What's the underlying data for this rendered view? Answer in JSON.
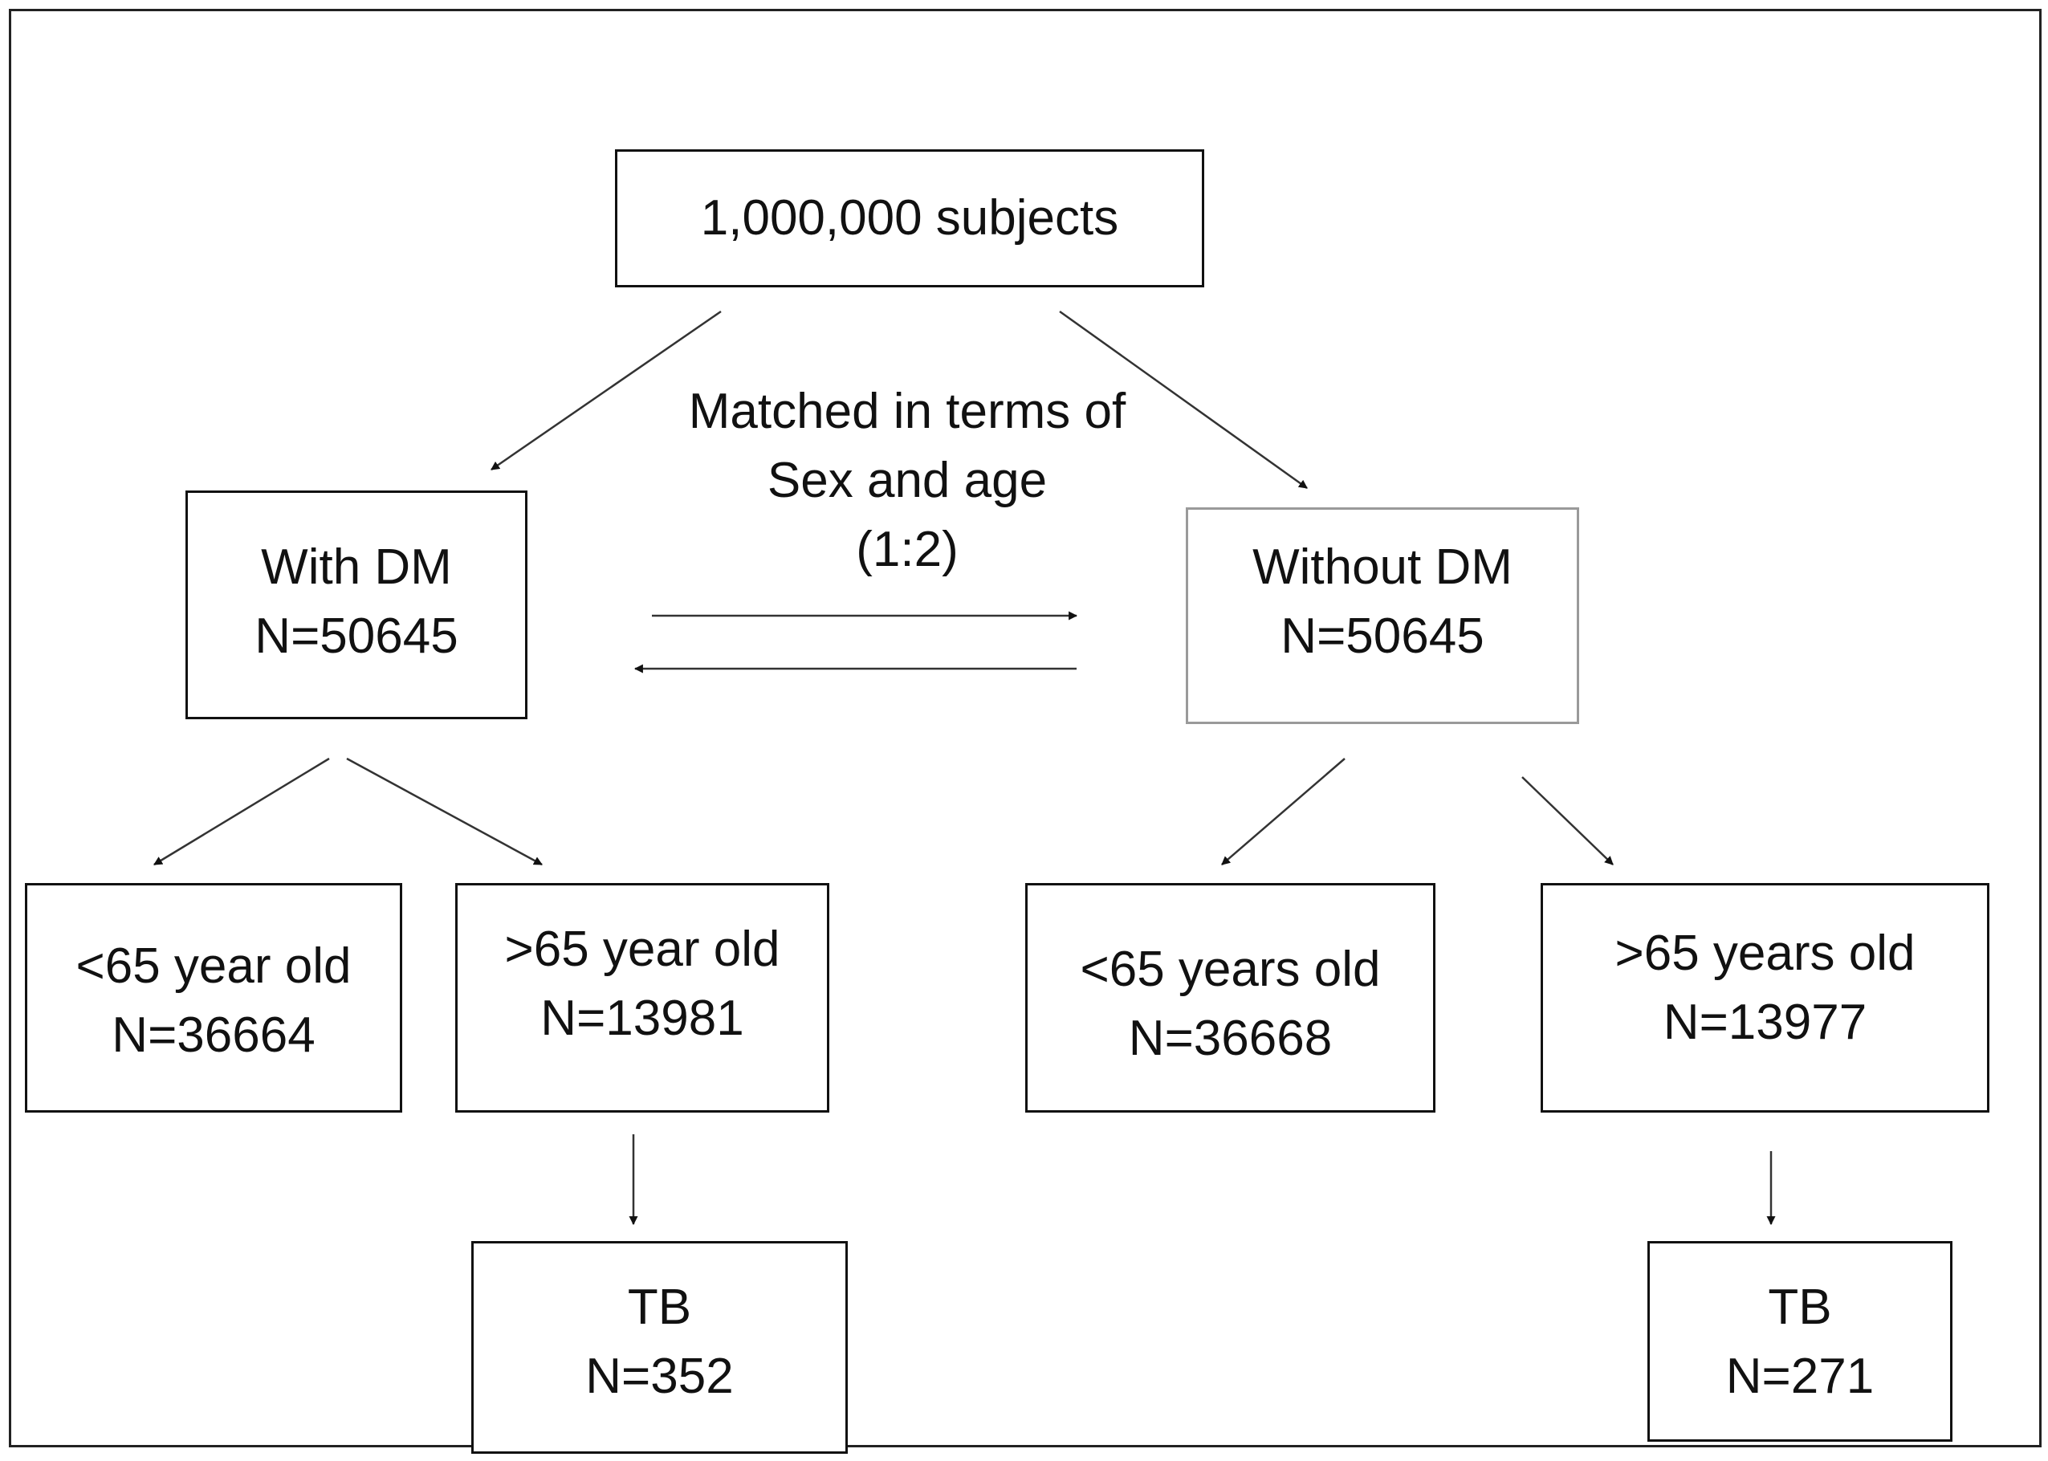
{
  "nodes": {
    "root": {
      "text": "1,000,000 subjects"
    },
    "with_dm": {
      "label": "With DM",
      "count": "N=50645"
    },
    "without_dm": {
      "label": "Without DM",
      "count": "N=50645"
    },
    "with_dm_under65": {
      "label": "<65 year old",
      "count": "N=36664"
    },
    "with_dm_over65": {
      "label": ">65 year old",
      "count": "N=13981"
    },
    "without_dm_under65": {
      "label": "<65 years old",
      "count": "N=36668"
    },
    "without_dm_over65": {
      "label": ">65 years old",
      "count": "N=13977"
    },
    "with_dm_tb": {
      "label": "TB",
      "count": "N=352"
    },
    "without_dm_tb": {
      "label": "TB",
      "count": "N=271"
    }
  },
  "matching_note": {
    "line1": "Matched in terms of",
    "line2": "Sex and age",
    "line3": "(1:2)"
  },
  "edges": [
    {
      "from": "root",
      "to": "with_dm"
    },
    {
      "from": "root",
      "to": "without_dm"
    },
    {
      "from": "with_dm",
      "to": "without_dm"
    },
    {
      "from": "without_dm",
      "to": "with_dm"
    },
    {
      "from": "with_dm",
      "to": "with_dm_under65"
    },
    {
      "from": "with_dm",
      "to": "with_dm_over65"
    },
    {
      "from": "without_dm",
      "to": "without_dm_under65"
    },
    {
      "from": "without_dm",
      "to": "without_dm_over65"
    },
    {
      "from": "with_dm_over65",
      "to": "with_dm_tb"
    },
    {
      "from": "without_dm_over65",
      "to": "without_dm_tb"
    }
  ]
}
